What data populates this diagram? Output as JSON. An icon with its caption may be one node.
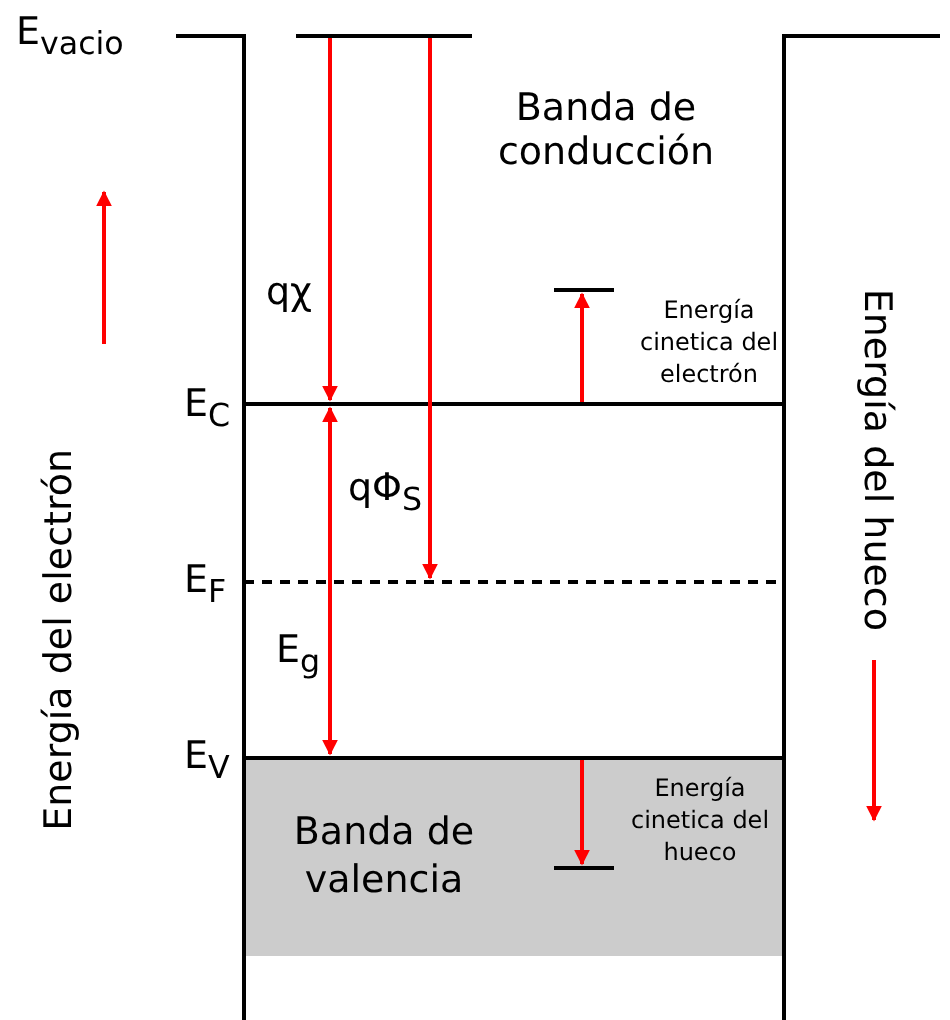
{
  "diagram": {
    "nodes": [
      {
        "text": [
          "Banda de valencia"
        ]
      }
    ],
    "labels": [
      "E$_{vacio}$",
      "Banda de conducción",
      "qχ",
      "Energía cinetica del electrón",
      "E$_{C}$",
      "qΦ$_{S}$",
      "E$_{F}$",
      "E$_{g}$",
      "E$_{V}$",
      "Energía cinetica del hueco",
      "Energía del electrón",
      "Energía del hueco"
    ]
  }
}
